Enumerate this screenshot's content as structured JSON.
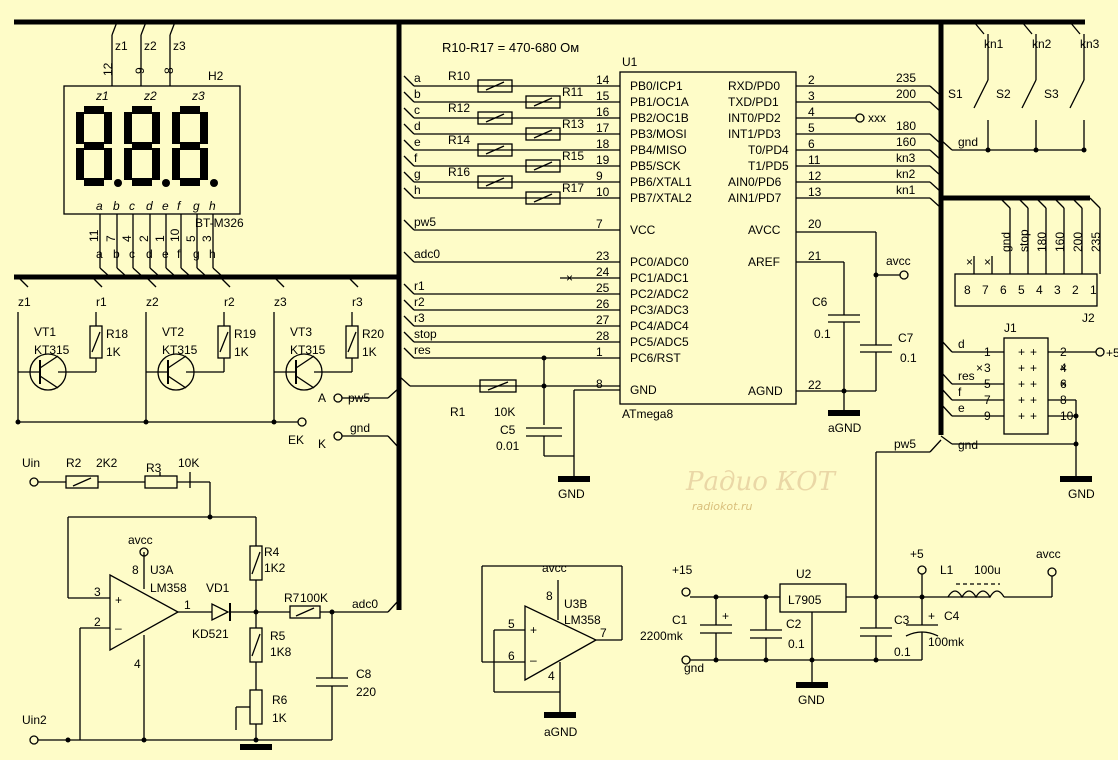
{
  "note": "R10-R17 = 470-680 Ом",
  "display": {
    "ref": "H2",
    "part": "BT-M326",
    "digits": [
      "z1",
      "z2",
      "z3"
    ],
    "digit_pins": [
      "12",
      "9",
      "8"
    ],
    "seg_letters": [
      "a",
      "b",
      "c",
      "d",
      "e",
      "f",
      "g",
      "h"
    ],
    "seg_pins": [
      "11",
      "7",
      "4",
      "2",
      "1",
      "10",
      "5",
      "3"
    ]
  },
  "bus_labels": {
    "top": [
      "z1",
      "z2",
      "z3"
    ],
    "seg": [
      "a",
      "b",
      "c",
      "d",
      "e",
      "f",
      "g",
      "h"
    ]
  },
  "transistors": [
    {
      "ref": "VT1",
      "part": "KT315",
      "emitter_tag": "z1",
      "base_tag": "r1",
      "res": "R18",
      "val": "1K"
    },
    {
      "ref": "VT2",
      "part": "KT315",
      "emitter_tag": "z2",
      "base_tag": "r2",
      "res": "R19",
      "val": "1K"
    },
    {
      "ref": "VT3",
      "part": "KT315",
      "emitter_tag": "z3",
      "base_tag": "r3",
      "res": "R20",
      "val": "1K"
    }
  ],
  "ek": {
    "label": "EK",
    "a": "A",
    "k": "K",
    "a_net": "pw5",
    "k_net": "gnd"
  },
  "mcu": {
    "ref": "U1",
    "part": "ATmega8",
    "left": [
      {
        "net": "a",
        "res": "R10",
        "pin": "14",
        "name": "PB0/ICP1"
      },
      {
        "net": "b",
        "res": "R11",
        "pin": "15",
        "name": "PB1/OC1A"
      },
      {
        "net": "c",
        "res": "R12",
        "pin": "16",
        "name": "PB2/OC1B"
      },
      {
        "net": "d",
        "res": "R13",
        "pin": "17",
        "name": "PB3/MOSI"
      },
      {
        "net": "e",
        "res": "R14",
        "pin": "18",
        "name": "PB4/MISO"
      },
      {
        "net": "f",
        "res": "R15",
        "pin": "19",
        "name": "PB5/SCK"
      },
      {
        "net": "g",
        "res": "R16",
        "pin": "9",
        "name": "PB6/XTAL1"
      },
      {
        "net": "h",
        "res": "R17",
        "pin": "10",
        "name": "PB7/XTAL2"
      },
      {
        "net": "pw5",
        "res": "",
        "pin": "7",
        "name": "VCC"
      },
      {
        "net": "adc0",
        "res": "",
        "pin": "23",
        "name": "PC0/ADC0"
      },
      {
        "net": "",
        "res": "",
        "pin": "24",
        "name": "PC1/ADC1"
      },
      {
        "net": "r1",
        "res": "",
        "pin": "25",
        "name": "PC2/ADC2"
      },
      {
        "net": "r2",
        "res": "",
        "pin": "26",
        "name": "PC3/ADC3"
      },
      {
        "net": "r3",
        "res": "",
        "pin": "27",
        "name": "PC4/ADC4"
      },
      {
        "net": "stop",
        "res": "",
        "pin": "28",
        "name": "PC5/ADC5"
      },
      {
        "net": "res",
        "res": "",
        "pin": "1",
        "name": "PC6/RST"
      },
      {
        "net": "pw5",
        "res": "",
        "pin": "8",
        "name": "GND"
      }
    ],
    "right": [
      {
        "name": "RXD/PD0",
        "pin": "2",
        "net": "235"
      },
      {
        "name": "TXD/PD1",
        "pin": "3",
        "net": "200"
      },
      {
        "name": "INT0/PD2",
        "pin": "4",
        "net": "xxx"
      },
      {
        "name": "INT1/PD3",
        "pin": "5",
        "net": "180"
      },
      {
        "name": "T0/PD4",
        "pin": "6",
        "net": "160"
      },
      {
        "name": "T1/PD5",
        "pin": "11",
        "net": "kn3"
      },
      {
        "name": "AIN0/PD6",
        "pin": "12",
        "net": "kn2"
      },
      {
        "name": "AIN1/PD7",
        "pin": "13",
        "net": "kn1"
      },
      {
        "name": "AVCC",
        "pin": "20",
        "net": ""
      },
      {
        "name": "AREF",
        "pin": "21",
        "net": ""
      },
      {
        "name": "AGND",
        "pin": "22",
        "net": ""
      }
    ]
  },
  "rc": {
    "r1": "R1",
    "r1v": "10K",
    "c5": "C5",
    "c5v": "0.01",
    "gnd": "GND"
  },
  "caps": {
    "c6": "C6",
    "c6v": "0.1",
    "c7": "C7",
    "c7v": "0.1",
    "avcc": "avcc",
    "agnd": "aGND"
  },
  "buttons": {
    "kn": [
      "kn1",
      "kn2",
      "kn3"
    ],
    "s": [
      "S1",
      "S2",
      "S3"
    ],
    "gnd": "gnd"
  },
  "j2": {
    "ref": "J2",
    "pins": [
      "8",
      "7",
      "6",
      "5",
      "4",
      "3",
      "2",
      "1"
    ],
    "nets": [
      "gnd",
      "stop",
      "180",
      "160",
      "200",
      "235"
    ]
  },
  "j1": {
    "ref": "J1",
    "left_nets": [
      "d",
      "res",
      "f",
      "e"
    ],
    "left_pins": [
      "1",
      "3",
      "5",
      "7",
      "9"
    ],
    "right_pins": [
      "2",
      "4",
      "6",
      "8",
      "10"
    ],
    "plus": "+5",
    "gnd": "gnd",
    "pw5": "pw5",
    "GND": "GND"
  },
  "opamp": {
    "u3a": "U3A",
    "u3a_part": "LM358",
    "u3b": "U3B",
    "u3b_part": "LM358",
    "uin": "Uin",
    "uin2": "Uin2",
    "r2": "R2",
    "r2v": "2K2",
    "r3": "R3",
    "r3v": "10K",
    "r4": "R4",
    "r4v": "1K2",
    "r5": "R5",
    "r5v": "1K8",
    "r6": "R6",
    "r6v": "1K",
    "r7": "R7",
    "r7v": "100K",
    "vd": "VD1",
    "vdp": "KD521",
    "c8": "C8",
    "c8v": "220",
    "adc0": "adc0",
    "avcc": "avcc",
    "agnd": "aGND",
    "pins": {
      "p3": "3",
      "p2": "2",
      "p1": "1",
      "p8": "8",
      "p4": "4",
      "p5": "5",
      "p6": "6",
      "p7": "7",
      "p8b": "8",
      "p4b": "4"
    }
  },
  "psu": {
    "p15": "+15",
    "gnd": "gnd",
    "c1": "C1",
    "c1v": "2200mk",
    "c2": "C2",
    "c2v": "0.1",
    "u2": "U2",
    "u2p": "L7905",
    "c3": "C3",
    "c3v": "0.1",
    "c4": "C4",
    "c4v": "100mk",
    "plus5": "+5",
    "l1": "L1",
    "l1v": "100u",
    "avcc": "avcc",
    "GND": "GND",
    "plus": "+"
  },
  "watermark": {
    "a": "Радио КОТ",
    "b": "radiokot.ru"
  }
}
